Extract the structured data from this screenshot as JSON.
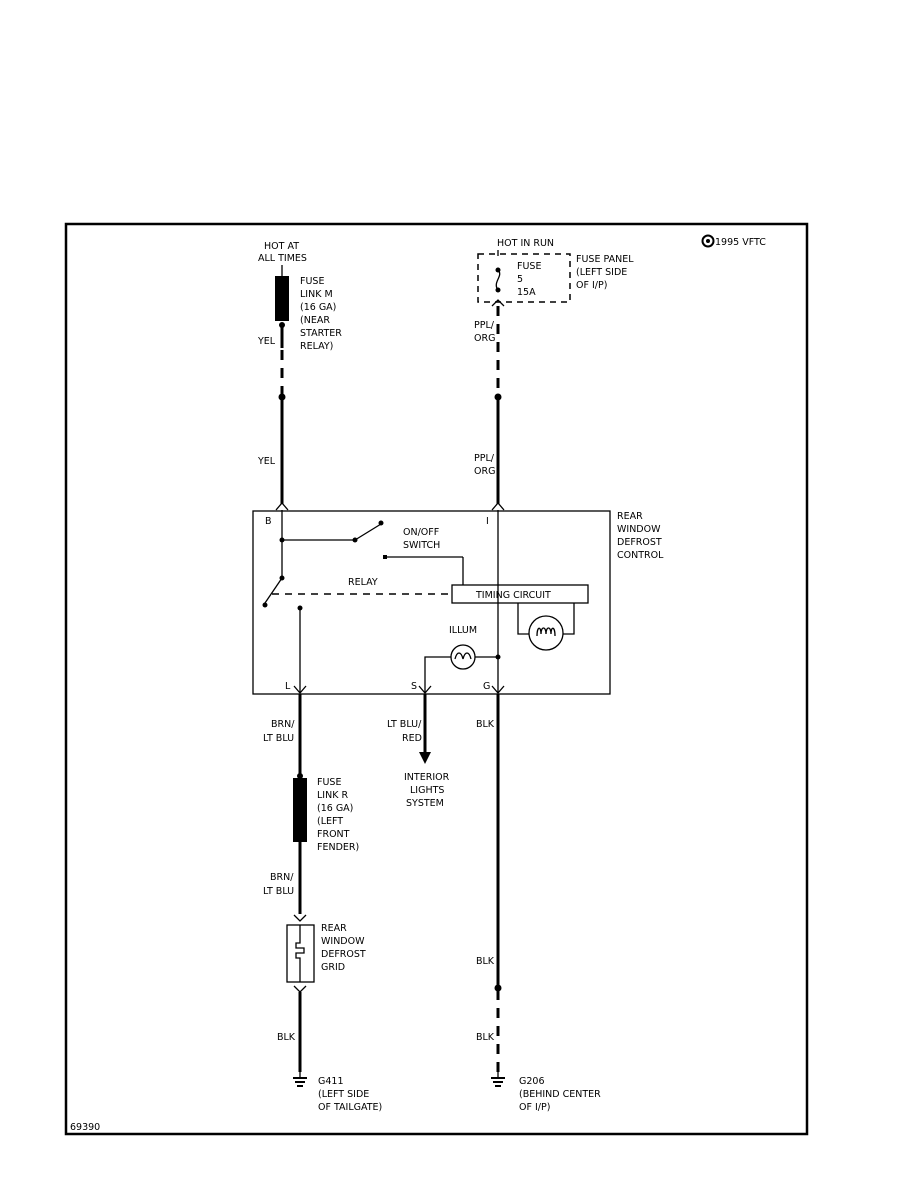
{
  "diagram": {
    "copyright": "1995 VFTC",
    "figure_id": "69390",
    "left_feed": {
      "line1": "HOT AT",
      "line2": "ALL TIMES"
    },
    "fuse_link_m": [
      "FUSE",
      "LINK M",
      "(16 GA)",
      "(NEAR",
      "STARTER",
      "RELAY)"
    ],
    "wire_yel_1": "YEL",
    "wire_yel_2": "YEL",
    "right_feed": "HOT IN RUN",
    "fuse_box": [
      "FUSE",
      "5",
      "15A"
    ],
    "fuse_panel": [
      "FUSE PANEL",
      "(LEFT SIDE",
      "OF I/P)"
    ],
    "wire_ppl_org_1": [
      "PPL/",
      "ORG"
    ],
    "wire_ppl_org_2": [
      "PPL/",
      "ORG"
    ],
    "control_name": [
      "REAR",
      "WINDOW",
      "DEFROST",
      "CONTROL"
    ],
    "terminals": {
      "b": "B",
      "i": "I",
      "l": "L",
      "s": "S",
      "g": "G"
    },
    "switch_label": [
      "ON/OFF",
      "SWITCH"
    ],
    "relay_label": "RELAY",
    "timing_circuit": "TIMING CIRCUIT",
    "illum_label": "ILLUM",
    "wire_brn_lt_blu_1": [
      "BRN/",
      "LT BLU"
    ],
    "wire_lt_blu_red": [
      "LT BLU/",
      "RED"
    ],
    "wire_blk_top": "BLK",
    "interior_lights": [
      "INTERIOR",
      "LIGHTS",
      "SYSTEM"
    ],
    "fuse_link_r": [
      "FUSE",
      "LINK R",
      "(16 GA)",
      "(LEFT",
      "FRONT",
      "FENDER)"
    ],
    "wire_brn_lt_blu_2": [
      "BRN/",
      "LT BLU"
    ],
    "defrost_grid": [
      "REAR",
      "WINDOW",
      "DEFROST",
      "GRID"
    ],
    "wire_blk_mid": "BLK",
    "wire_blk_left": "BLK",
    "wire_blk_right": "BLK",
    "ground_g411": [
      "G411",
      "(LEFT SIDE",
      "OF TAILGATE)"
    ],
    "ground_g206": [
      "G206",
      "(BEHIND CENTER",
      "OF I/P)"
    ]
  }
}
